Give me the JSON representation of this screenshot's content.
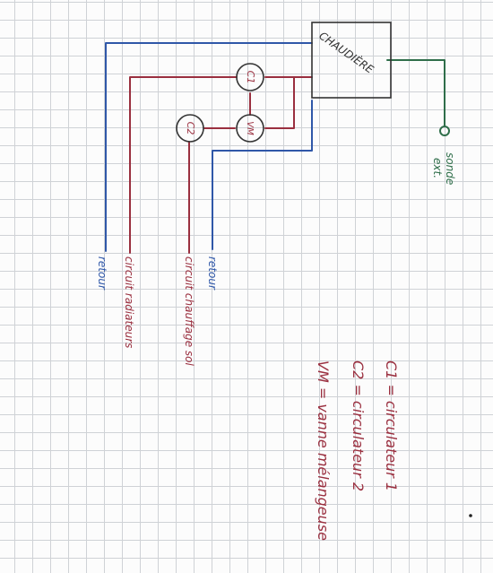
{
  "diagram": {
    "boiler_label": "CHAUDIÈRE",
    "c1_label": "C1",
    "c2_label": "C2",
    "vm_label": "VM",
    "sensor_label_line1": "sonde",
    "sensor_label_line2": "ext.",
    "left_return_label": "retour",
    "radiator_circuit_label": "circuit radiateurs",
    "floor_circuit_label": "circuit chauffage sol",
    "floor_return_label": "retour",
    "legend": [
      "C1 = circulateur 1",
      "C2 = circulateur 2",
      "VM = vanne mélangeuse"
    ],
    "colors": {
      "blue": "#2f57a8",
      "red": "#9a2f3f",
      "green": "#2f6e4a",
      "ink": "#333333"
    }
  }
}
